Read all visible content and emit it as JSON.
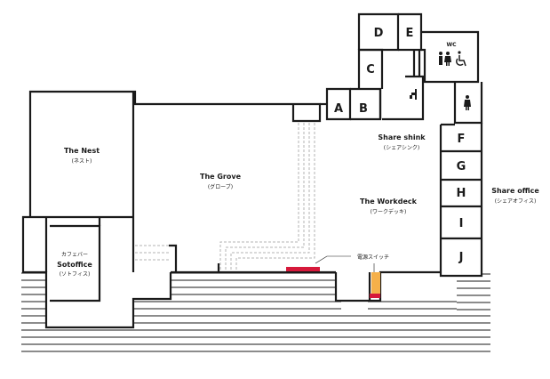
{
  "colors": {
    "wall": "#1a1a1a",
    "stairs": "#1a1a1a",
    "dashed_path": "#b3b3b3",
    "switch_red": "#d6193b",
    "switch_orange": "#f5b04a"
  },
  "spaces": {
    "nest": {
      "name": "The Nest",
      "kana": "(ネスト)"
    },
    "grove": {
      "name": "The Grove",
      "kana": "(グローブ)"
    },
    "workdeck": {
      "name": "The Workdeck",
      "kana": "(ワークデッキ)"
    },
    "share_office": {
      "name": "Share office",
      "kana": "(シェアオフィス)"
    },
    "share_sink": {
      "name": "Share shink",
      "kana": "(シェアシンク)"
    },
    "sotoffice": {
      "prefix": "カフェバー",
      "name": "Sotoffice",
      "kana": "(ソトフィス)"
    },
    "switch": {
      "label": "電源スイッチ"
    },
    "wc": {
      "label": "WC"
    }
  },
  "rooms": [
    "A",
    "B",
    "C",
    "D",
    "E",
    "F",
    "G",
    "H",
    "I",
    "J"
  ],
  "icons": [
    "toilet-men-women-icon",
    "wheelchair-icon",
    "faucet-icon",
    "toilet-women-icon"
  ]
}
